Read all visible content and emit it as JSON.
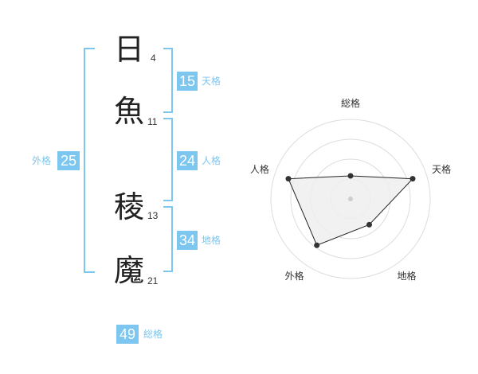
{
  "name": {
    "characters": [
      {
        "char": "日",
        "strokes": "4"
      },
      {
        "char": "魚",
        "strokes": "11"
      },
      {
        "char": "稜",
        "strokes": "13"
      },
      {
        "char": "魔",
        "strokes": "21"
      }
    ]
  },
  "fortune": {
    "tenkaku": {
      "value": "15",
      "label": "天格"
    },
    "jinkaku": {
      "value": "24",
      "label": "人格"
    },
    "chikaku": {
      "value": "34",
      "label": "地格"
    },
    "gaikaku": {
      "value": "25",
      "label": "外格"
    },
    "soukaku": {
      "value": "49",
      "label": "総格"
    }
  },
  "colors": {
    "accent": "#7cc6f0",
    "radar_fill": "#eeeeee",
    "radar_line": "#222222",
    "grid": "#dddddd"
  },
  "chart_data": {
    "type": "radar",
    "axes": [
      "総格",
      "天格",
      "地格",
      "外格",
      "人格"
    ],
    "max": 5,
    "rings": 4,
    "values": [
      1.45,
      4.1,
      2.0,
      3.6,
      4.1
    ]
  }
}
